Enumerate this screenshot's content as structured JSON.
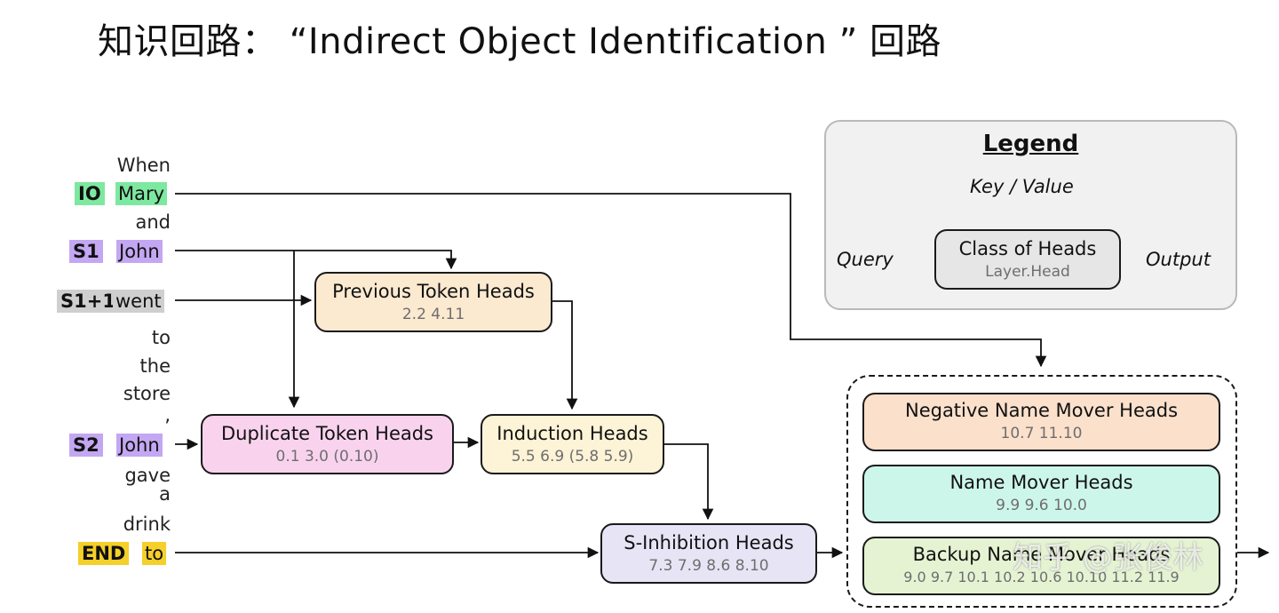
{
  "title": "知识回路： “Indirect Object Identification ” 回路",
  "tokens": {
    "when": "When",
    "io_tag": "IO",
    "io_word": "Mary",
    "and": "and",
    "s1_tag": "S1",
    "s1_word": "John",
    "s1p1_tag": "S1+1",
    "s1p1_word": "went",
    "to": "to",
    "the": "the",
    "store": "store",
    "comma": ",",
    "s2_tag": "S2",
    "s2_word": "John",
    "gave": "gave",
    "a": "a",
    "drink": "drink",
    "end_tag": "END",
    "end_word": "to"
  },
  "heads": {
    "previous_token": {
      "name": "Previous Token Heads",
      "ids": "2.2   4.11"
    },
    "duplicate_token": {
      "name": "Duplicate Token Heads",
      "ids": "0.1   3.0   (0.10)"
    },
    "induction": {
      "name": "Induction Heads",
      "ids": "5.5   6.9   (5.8  5.9)"
    },
    "s_inhibition": {
      "name": "S-Inhibition Heads",
      "ids": "7.3  7.9  8.6   8.10"
    },
    "negative_name_mover": {
      "name": "Negative Name Mover Heads",
      "ids": "10.7  11.10"
    },
    "name_mover": {
      "name": "Name Mover Heads",
      "ids": "9.9   9.6   10.0"
    },
    "backup_name_mover": {
      "name": "Backup Name Mover Heads",
      "ids": "9.0  9.7  10.1  10.2  10.6  10.10  11.2  11.9"
    }
  },
  "legend": {
    "title": "Legend",
    "key_value": "Key / Value",
    "query": "Query",
    "class_of_heads": "Class of Heads",
    "layer_head": "Layer.Head",
    "output": "Output"
  },
  "colors": {
    "previous_token": "#fbe9d0",
    "duplicate_token": "#f9d3ee",
    "induction": "#fdf3d6",
    "s_inhibition": "#e6e4f5",
    "negative_name_mover": "#fbe0cb",
    "name_mover": "#cdf6ea",
    "backup_name_mover": "#e5f3d3",
    "legend_box": "#e6e6e6"
  },
  "watermark": "知乎 @张俊林"
}
